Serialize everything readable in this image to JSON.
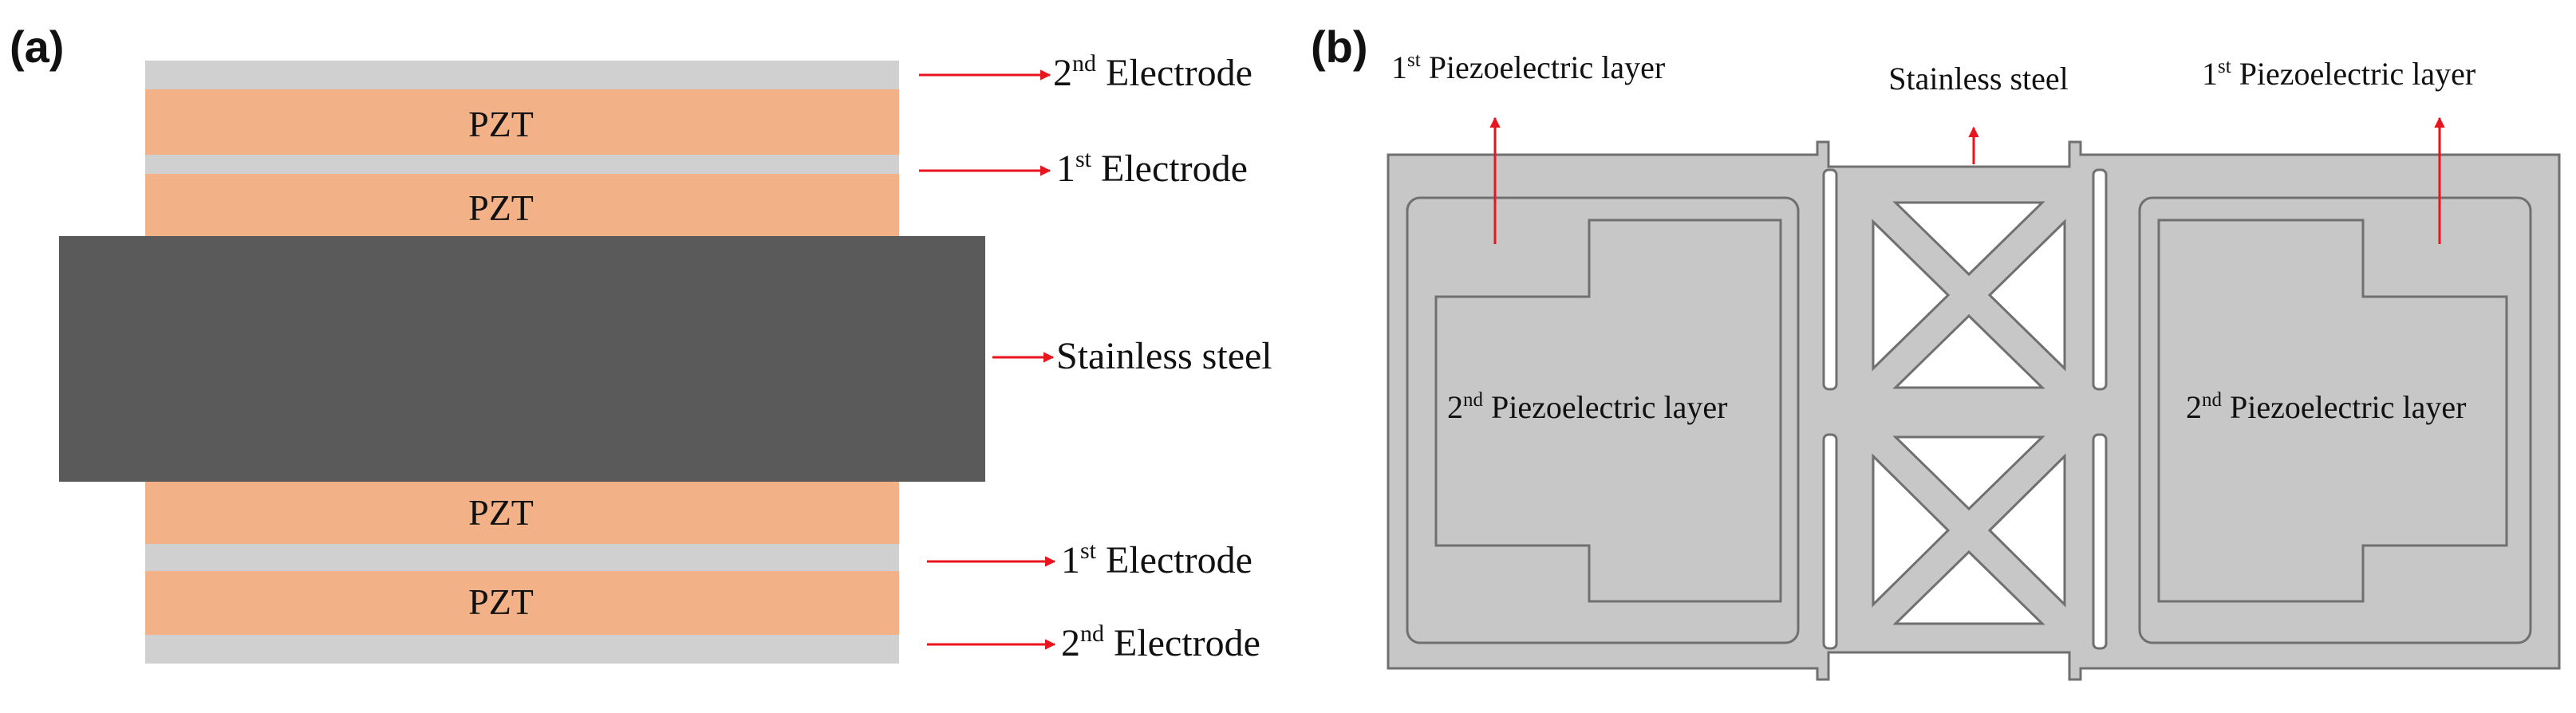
{
  "colors": {
    "electrode": "#d0d0d0",
    "pzt": "#f2b187",
    "steel": "#5a5a5a",
    "arrow": "#e8141e",
    "plate_fill": "#c7c7c7",
    "plate_stroke": "#707070",
    "text": "#111111"
  },
  "panel_a": {
    "letter": "(a)",
    "layers": {
      "pzt_top_outer": "PZT",
      "pzt_top_inner": "PZT",
      "pzt_bottom_inner": "PZT",
      "pzt_bottom_outer": "PZT"
    },
    "labels": {
      "top_2nd_electrode": {
        "num": "2",
        "sup": "nd",
        "text": " Electrode"
      },
      "top_1st_electrode": {
        "num": "1",
        "sup": "st",
        "text": " Electrode"
      },
      "stainless_steel": "Stainless steel",
      "bottom_1st_electrode": {
        "num": "1",
        "sup": "st",
        "text": " Electrode"
      },
      "bottom_2nd_electrode": {
        "num": "2",
        "sup": "nd",
        "text": " Electrode"
      }
    }
  },
  "panel_b": {
    "letter": "(b)",
    "labels": {
      "left_1st_layer": {
        "num": "1",
        "sup": "st",
        "text": " Piezoelectric layer"
      },
      "stainless_steel": "Stainless steel",
      "right_1st_layer": {
        "num": "1",
        "sup": "st",
        "text": " Piezoelectric layer"
      },
      "left_2nd_layer": {
        "num": "2",
        "sup": "nd",
        "text": " Piezoelectric layer"
      },
      "right_2nd_layer": {
        "num": "2",
        "sup": "nd",
        "text": " Piezoelectric layer"
      }
    }
  }
}
